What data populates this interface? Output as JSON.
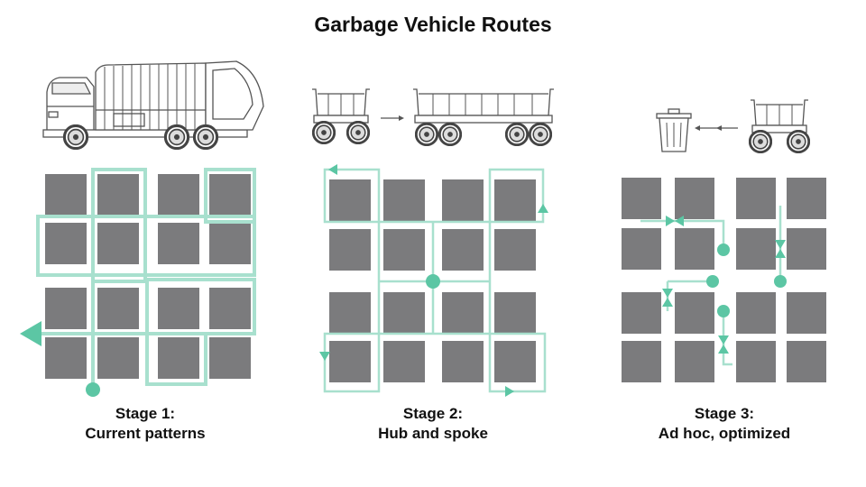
{
  "title": "Garbage Vehicle Routes",
  "colors": {
    "block": "#7b7b7d",
    "route": "#a8e0ce",
    "accent": "#5cc6a4",
    "line_art": "#555555",
    "text": "#111111"
  },
  "stages": [
    {
      "line1": "Stage 1:",
      "line2": "Current patterns",
      "icon": "garbage-truck-icon"
    },
    {
      "line1": "Stage 2:",
      "line2": "Hub and spoke",
      "icons": [
        "small-trailer-icon",
        "arrow-right-icon",
        "large-trailer-icon"
      ]
    },
    {
      "line1": "Stage 3:",
      "line2": "Ad hoc, optimized",
      "icons": [
        "trash-bin-icon",
        "arrow-left-icon",
        "small-trailer-icon"
      ]
    }
  ]
}
